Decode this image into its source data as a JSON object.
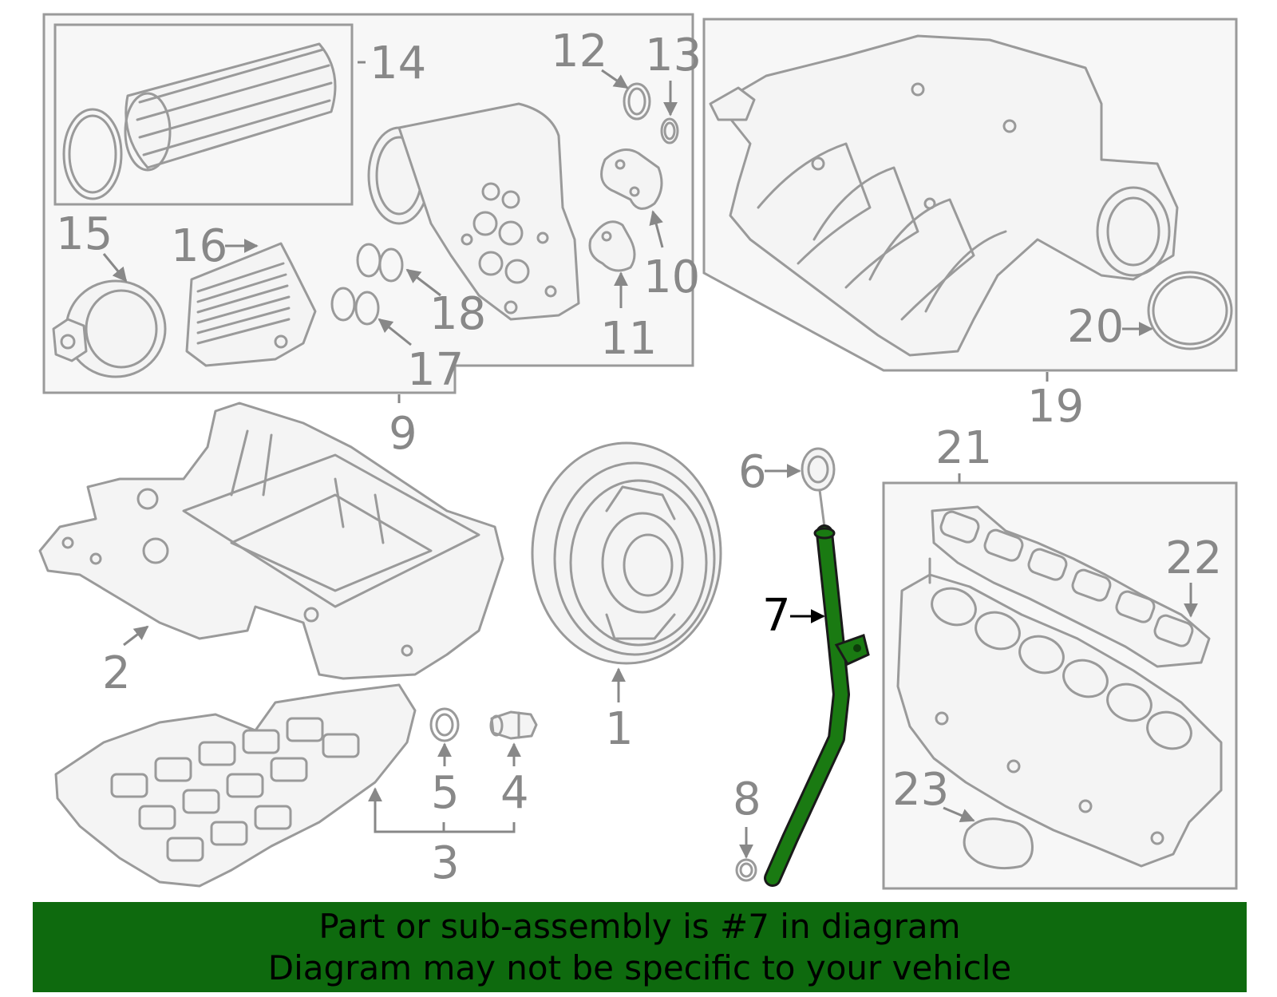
{
  "callouts": {
    "c1": "1",
    "c2": "2",
    "c3": "3",
    "c4": "4",
    "c5": "5",
    "c6": "6",
    "c7": "7",
    "c8": "8",
    "c9": "9",
    "c10": "10",
    "c11": "11",
    "c12": "12",
    "c13": "13",
    "c14": "14",
    "c15": "15",
    "c16": "16",
    "c17": "17",
    "c18": "18",
    "c19": "19",
    "c20": "20",
    "c21": "21",
    "c22": "22",
    "c23": "23"
  },
  "highlight": {
    "part_number": "7",
    "color": "#1a7a12"
  },
  "banner": {
    "line1": "Part or sub-assembly is #7 in diagram",
    "line2": "Diagram may not be specific to your vehicle",
    "color": "#0e6a0e"
  }
}
